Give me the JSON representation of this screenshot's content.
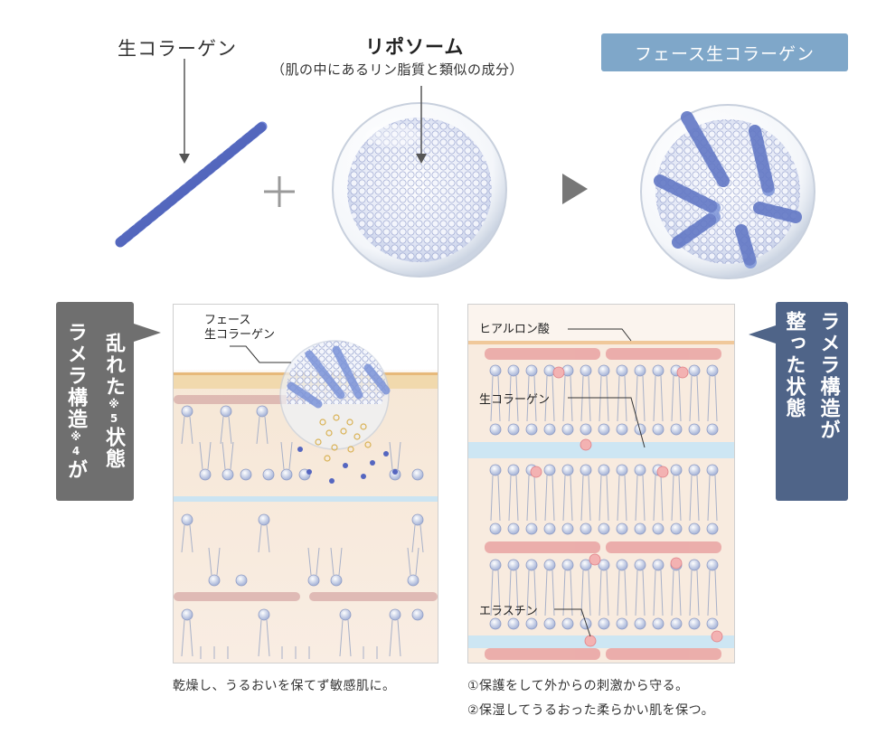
{
  "top": {
    "collagen_label": "生コラーゲン",
    "liposome_title": "リポソーム",
    "liposome_sub": "（肌の中にあるリン脂質と類似の成分）",
    "product_label": "フェース生コラーゲン",
    "plus_symbol": "＋",
    "arrow_symbol": "▶"
  },
  "left_panel": {
    "callout": "フェース\n生コラーゲン",
    "side_label_col1": "ラメラ構造",
    "side_label_note1": "※4",
    "side_label_col1b": "が",
    "side_label_col2": "乱れた",
    "side_label_note2": "※5",
    "side_label_col2b": "状態",
    "caption": "乾燥し、うるおいを保てず敏感肌に。"
  },
  "right_panel": {
    "label_hyaluronic": "ヒアルロン酸",
    "label_collagen": "生コラーゲン",
    "label_elastin": "エラスチン",
    "side_label_col1": "ラメラ構造",
    "side_label_col2": "整った状態",
    "side_label_col2a": "が",
    "caption1": "①保護をして外からの刺激から守る。",
    "caption2": "②保湿してうるおった柔らかい肌を保つ。"
  },
  "colors": {
    "left_badge": "#6f6f6f",
    "right_badge": "#4f6488",
    "product_pill": "#7fa7c9",
    "collagen_blue": "#6f86d8",
    "elastin_pink": "#e98a93",
    "skin_bg": "#f9e9dc"
  }
}
